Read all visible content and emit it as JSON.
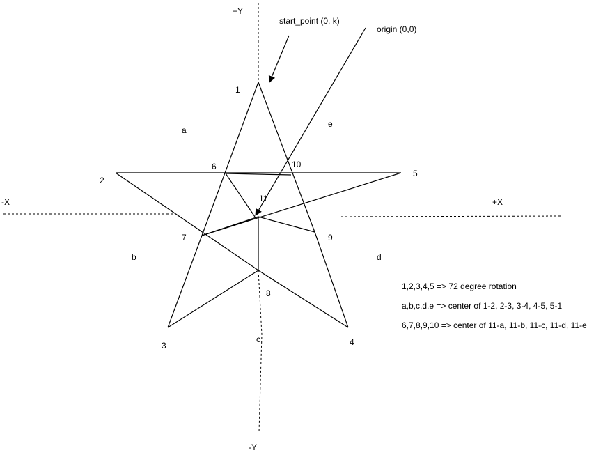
{
  "axes": {
    "pos_y": "+Y",
    "neg_y": "-Y",
    "pos_x": "+X",
    "neg_x": "-X"
  },
  "annotations": {
    "start_point": "start_point (0, k)",
    "origin": "origin (0,0)"
  },
  "points": {
    "p1": "1",
    "p2": "2",
    "p3": "3",
    "p4": "4",
    "p5": "5",
    "p6": "6",
    "p7": "7",
    "p8": "8",
    "p9": "9",
    "p10": "10",
    "p11": "11",
    "a": "a",
    "b": "b",
    "c": "c",
    "d": "d",
    "e": "e"
  },
  "notes": [
    "1,2,3,4,5 => 72 degree rotation",
    "a,b,c,d,e => center of 1-2, 2-3, 3-4, 4-5, 5-1",
    "6,7,8,9,10 => center of 11-a, 11-b, 11-c, 11-d, 11-e"
  ]
}
